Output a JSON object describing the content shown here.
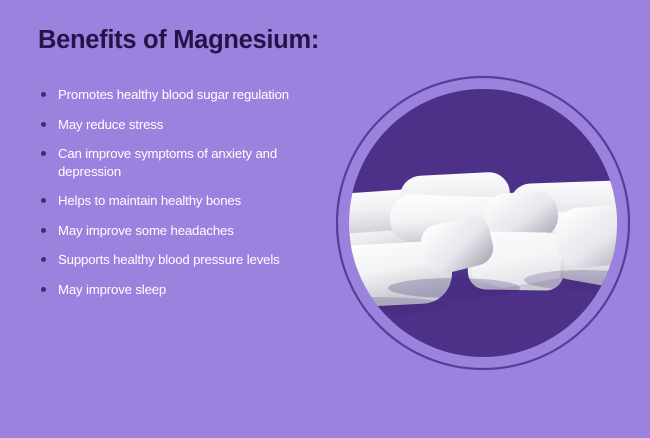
{
  "page": {
    "title": "Benefits of Magnesium:",
    "background_color": "#9b82df",
    "title_color": "#241447",
    "text_color": "#ffffff"
  },
  "benefits": [
    {
      "text": "Promotes healthy blood sugar regulation"
    },
    {
      "text": "May reduce stress"
    },
    {
      "text": "Can improve symptoms of anxiety and depression"
    },
    {
      "text": "Helps to maintain healthy bones"
    },
    {
      "text": "May improve some headaches"
    },
    {
      "text": "Supports healthy blood pressure levels"
    },
    {
      "text": "May improve sleep"
    }
  ],
  "graphic": {
    "name": "magnesium-tablets-circle",
    "ring_color": "#4a3188",
    "circle_fill": "#4d3189",
    "gap_color": "#9b82df",
    "pill_color": "#f2f2f4",
    "pill_shadow": "#b9b9c2"
  }
}
